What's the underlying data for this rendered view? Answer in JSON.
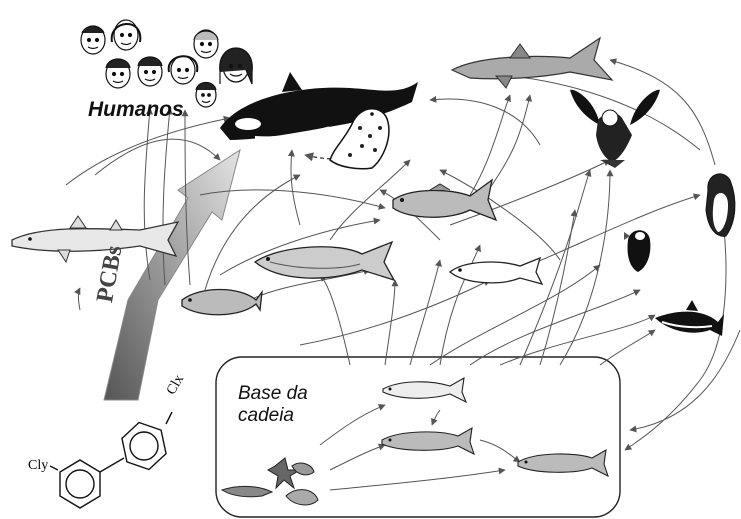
{
  "labels": {
    "humans": "Humanos",
    "base_line1": "Base da",
    "base_line2": "cadeia",
    "pcbs": "PCBs",
    "clx": "Clx",
    "cly": "Cly"
  },
  "colors": {
    "ink": "#111111",
    "arrow": "#555555",
    "pcb_arrow_dark": "#555555",
    "pcb_arrow_light": "#d8d8d8"
  },
  "organisms": [
    "human-face",
    "orca",
    "seal",
    "shark",
    "eagle",
    "penguin",
    "puffin",
    "dolphin",
    "dogfish-shark",
    "salmon",
    "cod",
    "fish-small",
    "sea-bream",
    "herring",
    "pollock",
    "cod-base",
    "zooplankton"
  ]
}
